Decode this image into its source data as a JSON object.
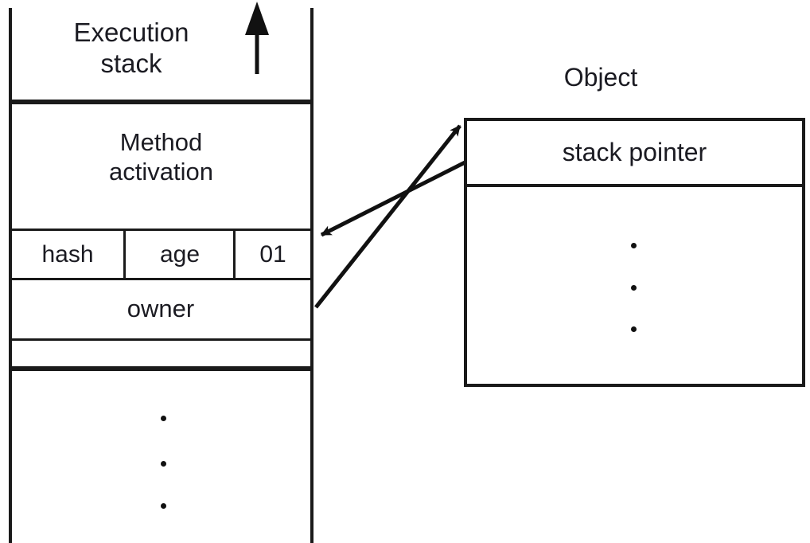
{
  "diagram": {
    "title_left": "Execution\nstack",
    "title_right": "Object",
    "background": "#ffffff",
    "line_color": "#1a1a1a",
    "text_color": "#1b1b22"
  },
  "execution_stack": {
    "header_label": "Execution\nstack",
    "growth_arrow": "up-arrow-icon",
    "frames": [
      {
        "name": "method-activation",
        "label": "Method\nactivation"
      }
    ],
    "header_fields": [
      {
        "name": "hash",
        "label": "hash"
      },
      {
        "name": "age",
        "label": "age"
      },
      {
        "name": "lock-bits",
        "label": "01"
      }
    ],
    "owner_row": {
      "name": "owner",
      "label": "owner"
    },
    "spacer_row": {
      "name": "spacer",
      "label": ""
    },
    "continuation": {
      "name": "stack-continuation",
      "ellipsis": [
        "•",
        "•",
        "•"
      ]
    }
  },
  "object": {
    "title": "Object",
    "rows": [
      {
        "name": "stack-pointer",
        "label": "stack pointer"
      }
    ],
    "body": {
      "name": "object-body",
      "ellipsis": [
        "•",
        "•",
        "•"
      ]
    }
  },
  "connections": [
    {
      "name": "owner-to-object",
      "from": "owner",
      "to": "object-top-left",
      "direction": "up-right",
      "arrowhead": "at-object"
    },
    {
      "name": "stack-pointer-to-lock-word",
      "from": "stack-pointer",
      "to": "lock-bits",
      "direction": "down-left",
      "arrowhead": "at-stack"
    }
  ]
}
